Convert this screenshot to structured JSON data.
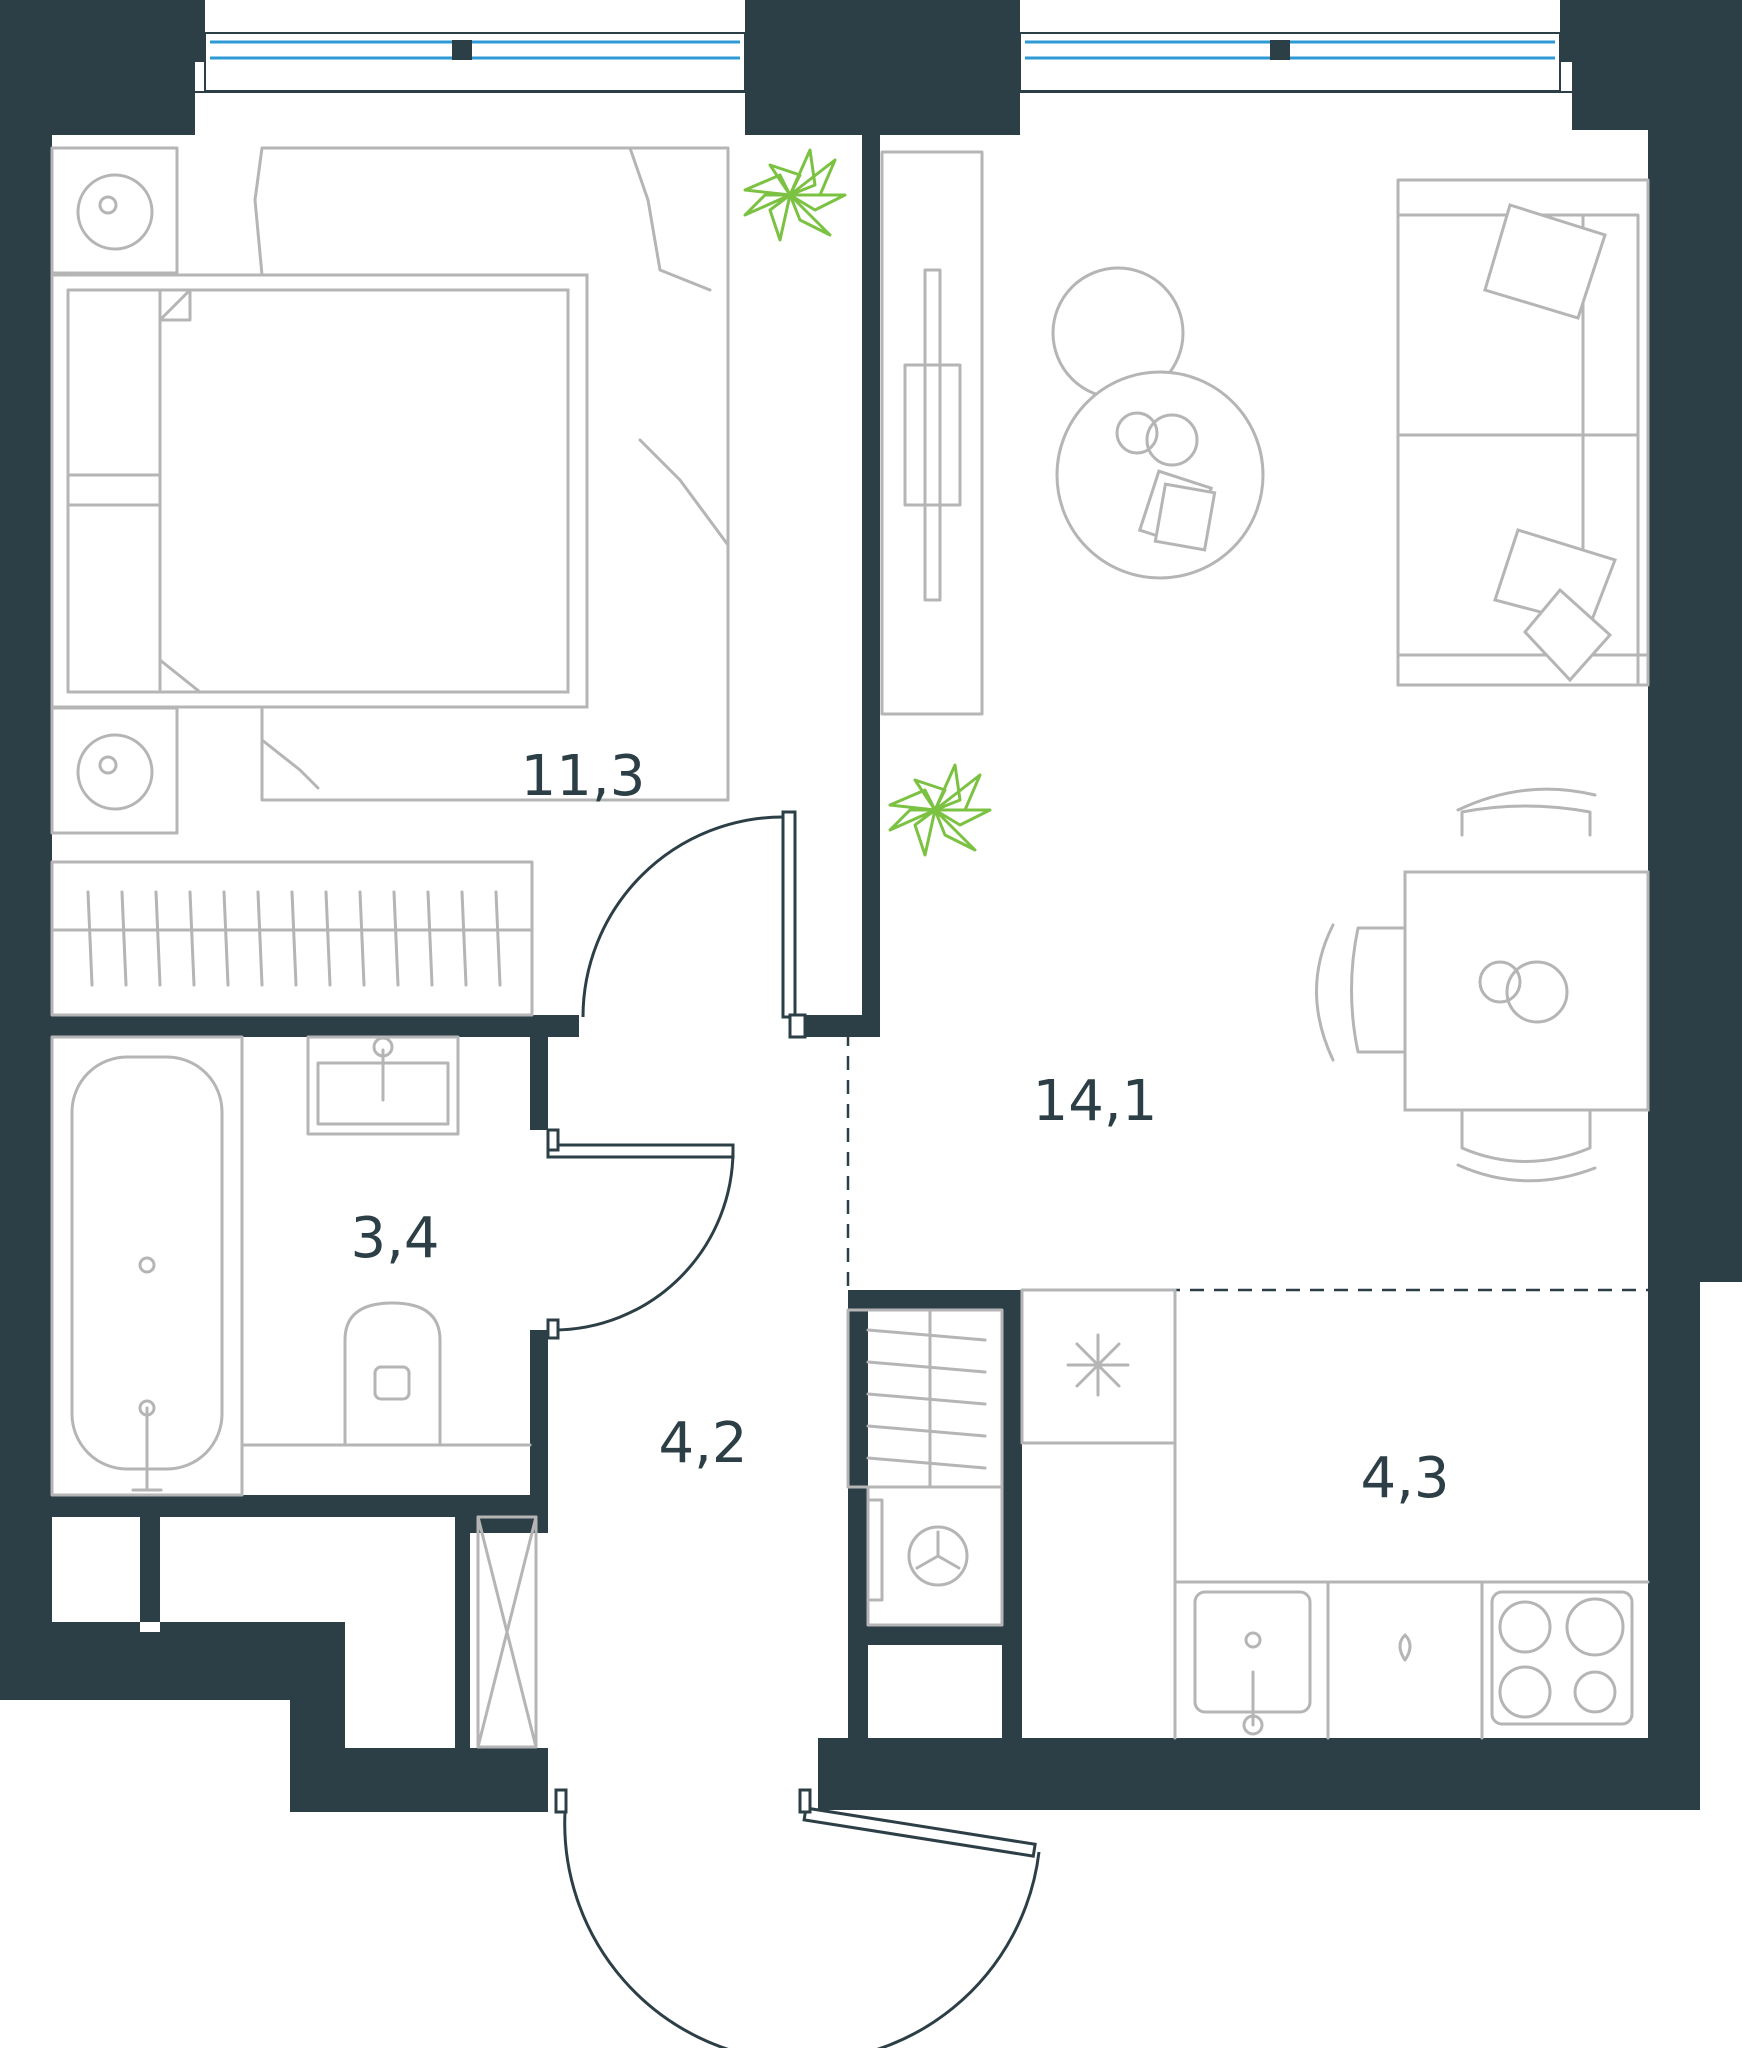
{
  "rooms": {
    "bedroom": {
      "area": "11,3"
    },
    "living": {
      "area": "14,1"
    },
    "bathroom": {
      "area": "3,4"
    },
    "hallway": {
      "area": "4,2"
    },
    "kitchen": {
      "area": "4,3"
    }
  },
  "colors": {
    "wall": "#2d3f46",
    "furniture": "#b5b5b5",
    "plant": "#7cc242",
    "window": "#2d9ad6"
  },
  "icons": [
    "window-icon",
    "bed-icon",
    "nightstand-icon",
    "wardrobe-icon",
    "plant-icon",
    "tv-icon",
    "sofa-icon",
    "coffee-table-icon",
    "dining-table-icon",
    "chair-icon",
    "bathtub-icon",
    "sink-icon",
    "toilet-icon",
    "door-icon",
    "fridge-icon",
    "washing-machine-icon",
    "kitchen-sink-icon",
    "stove-icon"
  ]
}
